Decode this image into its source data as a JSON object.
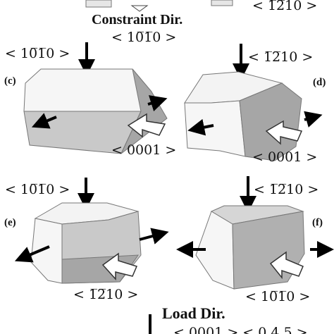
{
  "top_labels": {
    "left_partial": "",
    "right_partial": "< 1̅2̅10 >"
  },
  "constraint": {
    "title": "Constraint Dir.",
    "direction": "< 10̅1̅0 >"
  },
  "panels": {
    "c": {
      "letter": "(c)",
      "load": "< 10̅1̅0 >",
      "arrow_label": "< 0001 >"
    },
    "d": {
      "letter": "(d)",
      "load": "< 1̅2̅10 >",
      "arrow_label": "< 0001 >"
    },
    "e": {
      "letter": "(e)",
      "load": "< 10̅1̅0 >",
      "arrow_label": "< 1̅2̅10 >"
    },
    "f": {
      "letter": "(f)",
      "load": "< 1̅2̅10 >",
      "arrow_label": "< 10̅1̅0 >"
    }
  },
  "load": {
    "title": "Load Dir.",
    "bottom_partial": "< 0001 >  < 0 4 5 >"
  },
  "colors": {
    "light_face": "#f6f6f6",
    "mid_face": "#c9c9c9",
    "dark_face": "#a6a6a6",
    "line": "#6b6b6b",
    "arrow": "#000000"
  }
}
